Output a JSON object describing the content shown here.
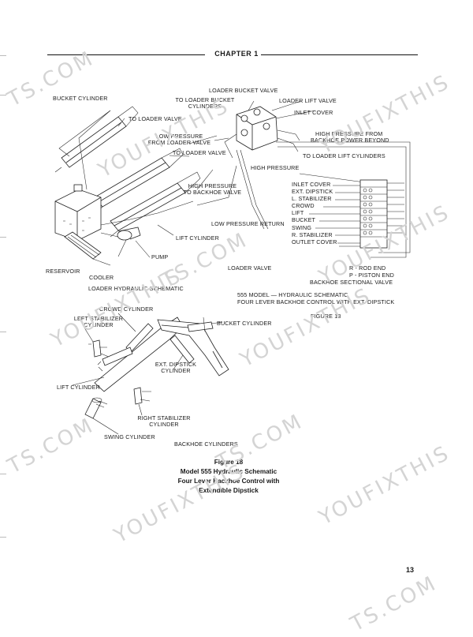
{
  "header": {
    "chapter": "CHAPTER 1"
  },
  "labels": {
    "bucket_cylinder_top": "BUCKET CYLINDER",
    "loader_bucket_valve": "LOADER BUCKET VALVE",
    "to_loader_bucket_cylinders_1": "TO LOADER BUCKET",
    "to_loader_bucket_cylinders_2": "CYLINDERS",
    "loader_lift_valve": "LOADER LIFT VALVE",
    "to_loader_valve_1": "TO LOADER VALVE",
    "inlet_cover_top": "INLET COVER",
    "low_pressure_from_loader_1": "LOW PRESSURE",
    "low_pressure_from_loader_2": "FROM LOADER VALVE",
    "high_pressure_backhoe_1": "HIGH PRESSURE FROM",
    "high_pressure_backhoe_2": "BACKHOE POWER BEYOND",
    "to_loader_valve_2": "TO LOADER VALVE",
    "to_loader_lift_cylinders": "TO LOADER LIFT CYLINDERS",
    "high_pressure": "HIGH PRESSURE",
    "high_pressure_to_backhoe_1": "HIGH PRESSURE",
    "high_pressure_to_backhoe_2": "TO BACKHOE VALVE",
    "low_pressure_return": "LOW PRESSURE RETURN",
    "lift_cylinder_top": "LIFT CYLINDER",
    "pump": "PUMP",
    "reservoir": "RESERVOIR",
    "cooler": "COOLER",
    "loader_valve": "LOADER VALVE",
    "loader_hydraulic_schematic": "LOADER HYDRAULIC SCHEMATIC",
    "rod_end": "R - ROD END",
    "piston_end": "P - PISTON END",
    "backhoe_sectional_valve": "BACKHOE SECTIONAL VALVE",
    "model_title_1": "555 MODEL — HYDRAULIC SCHEMATIC",
    "model_title_2": "FOUR LEVER BACKHOE CONTROL WITH EXT. DIPSTICK",
    "figure_1b": "FIGURE 18",
    "crowd_cylinder": "CROWD CYLINDER",
    "left_stabilizer_1": "LEFT STABILIZER",
    "left_stabilizer_2": "CYLINDER",
    "bucket_cylinder_bottom": "BUCKET CYLINDER",
    "ext_dipstick_1": "EXT. DIPSTICK",
    "ext_dipstick_2": "CYLINDER",
    "lift_cylinder_bottom": "LIFT CYLINDER",
    "right_stabilizer_1": "RIGHT STABILIZER",
    "right_stabilizer_2": "CYLINDER",
    "swing_cylinder": "SWING CYLINDER",
    "backhoe_cylinders": "BACKHOE CYLINDERS"
  },
  "valve_sections": [
    "INLET COVER",
    "EXT. DIPSTICK",
    "L. STABILIZER",
    "CROWD",
    "LIFT",
    "BUCKET",
    "SWING",
    "R. STABILIZER",
    "OUTLET COVER"
  ],
  "caption": {
    "line1": "Figure 18",
    "line2": "Model 555 Hydraulic Schematic",
    "line3": "Four Lever Backhoe Control with",
    "line4": "Extendible Dipstick"
  },
  "page_number": "13",
  "watermarks": [
    "YOUFIXTHIS",
    "YOUFIXTHIS",
    "YOUFIXTHIS",
    "YOUFIXTHIS",
    "YOUFIXTHIS",
    "YOUFIXTHIS",
    "YOUFIXTHIS",
    "TS.COM",
    "TS.COM",
    "TS.COM",
    "TS.COM",
    "TS.COM"
  ]
}
